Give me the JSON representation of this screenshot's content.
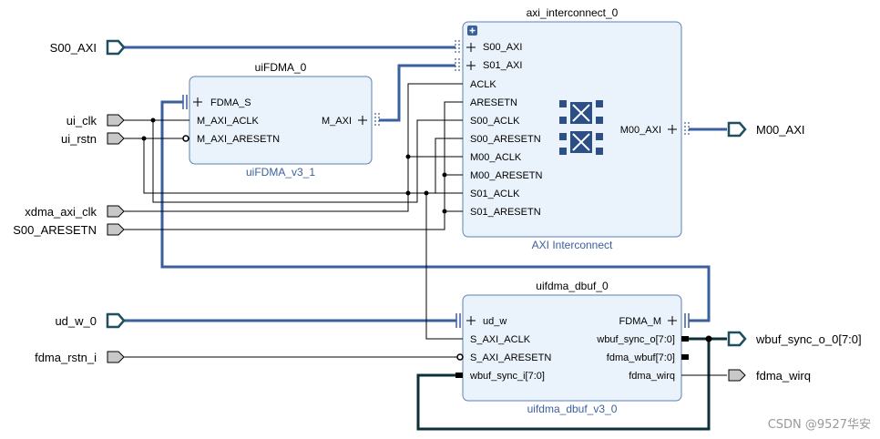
{
  "blocks": {
    "axi_ic": {
      "title": "axi_interconnect_0",
      "subtitle": "AXI Interconnect",
      "left_ports": [
        "S00_AXI",
        "S01_AXI",
        "ACLK",
        "ARESETN",
        "S00_ACLK",
        "S00_ARESETN",
        "M00_ACLK",
        "M00_ARESETN",
        "S01_ACLK",
        "S01_ARESETN"
      ],
      "right_ports": [
        "M00_AXI"
      ]
    },
    "uifdma": {
      "title": "uiFDMA_0",
      "subtitle": "uiFDMA_v3_1",
      "left_ports": [
        "FDMA_S",
        "M_AXI_ACLK",
        "M_AXI_ARESETN"
      ],
      "right_ports": [
        "M_AXI"
      ]
    },
    "dbuf": {
      "title": "uifdma_dbuf_0",
      "subtitle": "uifdma_dbuf_v3_0",
      "left_ports": [
        "ud_w",
        "S_AXI_ACLK",
        "S_AXI_ARESETN",
        "wbuf_sync_i[7:0]"
      ],
      "right_ports": [
        "FDMA_M",
        "wbuf_sync_o[7:0]",
        "fdma_wbuf[7:0]",
        "fdma_wirq"
      ]
    }
  },
  "external_ports": {
    "inputs": [
      "S00_AXI",
      "ui_clk",
      "ui_rstn",
      "xdma_axi_clk",
      "S00_ARESETN",
      "ud_w_0",
      "fdma_rstn_i"
    ],
    "outputs": [
      "M00_AXI",
      "wbuf_sync_o_0[7:0]",
      "fdma_wirq"
    ]
  },
  "watermark": "CSDN @9527华安",
  "colors": {
    "block_fill": "#eaf2fb",
    "block_border": "#5a80b4",
    "bus": "#3a5f9e",
    "loop_bus": "#0d2f3a",
    "port_fill": "#c8c8c8"
  }
}
